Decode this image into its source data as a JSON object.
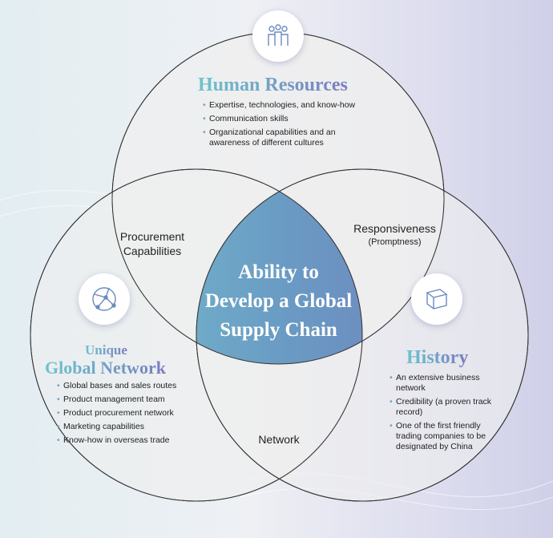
{
  "center": {
    "lines": [
      "Ability to",
      "Develop a Global",
      "Supply Chain"
    ]
  },
  "human_resources": {
    "title": "Human Resources",
    "items": [
      "Expertise, technologies, and know-how",
      "Communication skills",
      "Organizational capabilities and an awareness of different cultures"
    ],
    "icon": "people-icon"
  },
  "global_network": {
    "title_line1": "Unique",
    "title_line2": "Global Network",
    "items": [
      "Global bases and sales routes",
      "Product management team",
      "Product procurement network",
      "Marketing capabilities",
      "Know-how in overseas trade"
    ],
    "icon": "globe-network-icon"
  },
  "history": {
    "title": "History",
    "items": [
      "An extensive business network",
      "Credibility (a proven track record)",
      "One of the first friendly trading companies to be designated by China"
    ],
    "icon": "book-icon"
  },
  "overlaps": {
    "procurement": "Procurement Capabilities",
    "responsiveness": "Responsiveness",
    "promptness": "(Promptness)",
    "network": "Network"
  },
  "colors": {
    "teal": "#6cc4cc",
    "purple": "#7a7cc0"
  }
}
